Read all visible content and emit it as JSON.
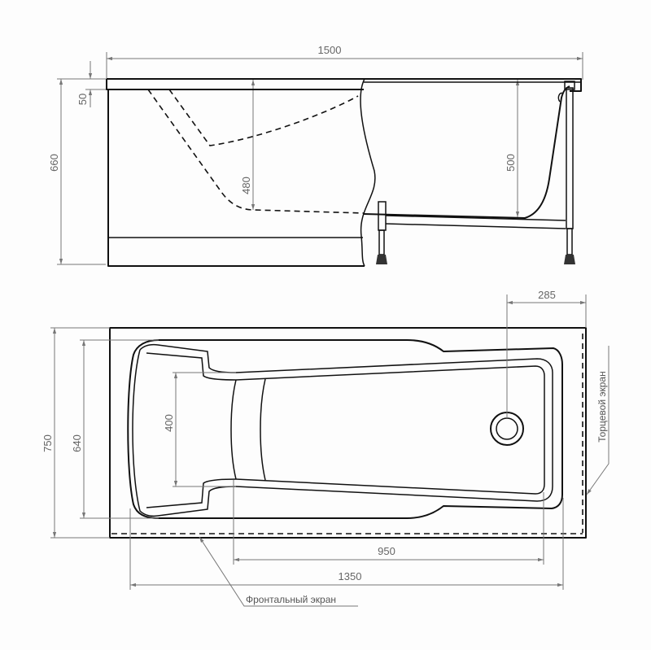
{
  "title": "Bathtub dimension drawing",
  "side_view": {
    "length": "1500",
    "rim_height": "50",
    "total_height": "660",
    "head_depth": "480",
    "foot_depth": "500"
  },
  "top_view": {
    "drain_offset": "285",
    "width": "750",
    "inner_width": "640",
    "head_width": "400",
    "basin_length": "950",
    "inner_length": "1350",
    "front_panel_label": "Фронтальный экран",
    "end_panel_label": "Торцевой экран"
  }
}
